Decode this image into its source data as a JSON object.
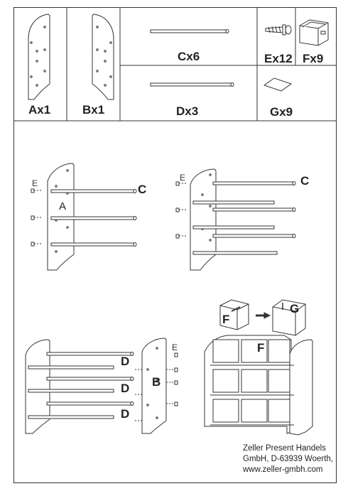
{
  "parts": {
    "a": "Ax1",
    "b": "Bx1",
    "c": "Cx6",
    "d": "Dx3",
    "e": "Ex12",
    "f": "Fx9",
    "g": "Gx9"
  },
  "step1": {
    "label_e": "E",
    "label_a": "A",
    "label_c": "C"
  },
  "step2": {
    "label_e": "E",
    "label_c": "C"
  },
  "step3": {
    "label_e": "E",
    "label_b": "B",
    "label_d1": "D",
    "label_d2": "D",
    "label_d3": "D"
  },
  "step4": {
    "label_f": "F",
    "label_g": "G",
    "label_f2": "F"
  },
  "footer": {
    "line1": "Zeller Present Handels",
    "line2": "GmbH, D-63939 Woerth,",
    "line3": "www.zeller-gmbh.com"
  }
}
